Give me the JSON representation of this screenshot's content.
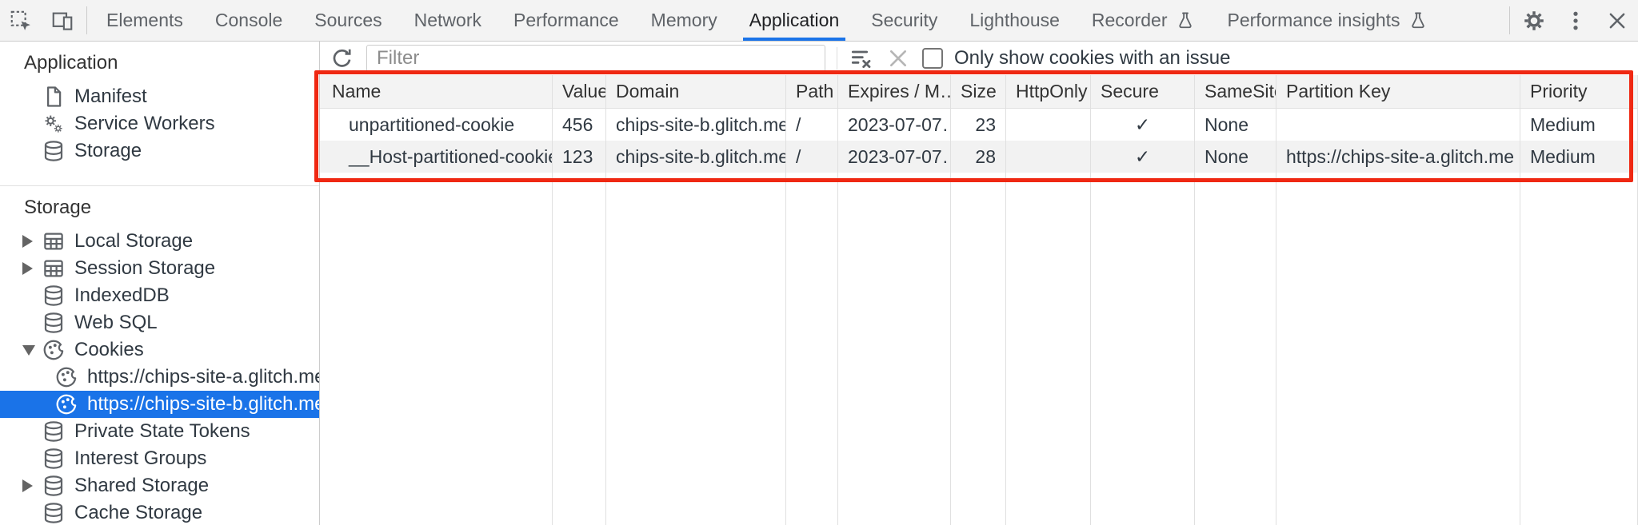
{
  "tabbar": {
    "tabs": [
      {
        "label": "Elements",
        "selected": false
      },
      {
        "label": "Console",
        "selected": false
      },
      {
        "label": "Sources",
        "selected": false
      },
      {
        "label": "Network",
        "selected": false
      },
      {
        "label": "Performance",
        "selected": false
      },
      {
        "label": "Memory",
        "selected": false
      },
      {
        "label": "Application",
        "selected": true
      },
      {
        "label": "Security",
        "selected": false
      },
      {
        "label": "Lighthouse",
        "selected": false
      },
      {
        "label": "Recorder",
        "selected": false,
        "flask": true
      },
      {
        "label": "Performance insights",
        "selected": false,
        "flask": true
      }
    ]
  },
  "sidebar": {
    "app_section_title": "Application",
    "app_items": [
      {
        "label": "Manifest",
        "icon": "file-icon"
      },
      {
        "label": "Service Workers",
        "icon": "gears-icon"
      },
      {
        "label": "Storage",
        "icon": "database-icon"
      }
    ],
    "storage_section_title": "Storage",
    "storage_items": [
      {
        "label": "Local Storage",
        "icon": "table-icon",
        "state": "collapsed"
      },
      {
        "label": "Session Storage",
        "icon": "table-icon",
        "state": "collapsed"
      },
      {
        "label": "IndexedDB",
        "icon": "database-icon"
      },
      {
        "label": "Web SQL",
        "icon": "database-icon"
      },
      {
        "label": "Cookies",
        "icon": "cookie-icon",
        "state": "expanded"
      },
      {
        "label": "https://chips-site-a.glitch.me",
        "icon": "cookie-icon",
        "level": 2
      },
      {
        "label": "https://chips-site-b.glitch.me",
        "icon": "cookie-icon",
        "level": 2,
        "selected": true
      },
      {
        "label": "Private State Tokens",
        "icon": "database-icon"
      },
      {
        "label": "Interest Groups",
        "icon": "database-icon"
      },
      {
        "label": "Shared Storage",
        "icon": "database-icon",
        "state": "collapsed"
      },
      {
        "label": "Cache Storage",
        "icon": "database-icon"
      }
    ]
  },
  "toolbar": {
    "filter_placeholder": "Filter",
    "filter_value": "",
    "checkbox_label": "Only show cookies with an issue",
    "checkbox_checked": false
  },
  "cookie_table": {
    "columns": [
      "Name",
      "Value",
      "Domain",
      "Path",
      "Expires / M…",
      "Size",
      "HttpOnly",
      "Secure",
      "SameSite",
      "Partition Key",
      "Priority"
    ],
    "rows": [
      {
        "name": "unpartitioned-cookie",
        "value": "456",
        "domain": "chips-site-b.glitch.me",
        "path": "/",
        "expires": "2023-07-07…",
        "size": "23",
        "http_only": "",
        "secure": "✓",
        "same_site": "None",
        "partition_key": "",
        "priority": "Medium"
      },
      {
        "name": "__Host-partitioned-cookie",
        "value": "123",
        "domain": "chips-site-b.glitch.me",
        "path": "/",
        "expires": "2023-07-07…",
        "size": "28",
        "http_only": "",
        "secure": "✓",
        "same_site": "None",
        "partition_key": "https://chips-site-a.glitch.me",
        "priority": "Medium"
      }
    ]
  },
  "colors": {
    "accent_blue": "#1a73e8",
    "selection_blue": "#1a73e8",
    "annotation_red": "#ef2812",
    "toolbar_gray": "#f3f3f3",
    "zebra_gray": "#f2f2f2"
  }
}
